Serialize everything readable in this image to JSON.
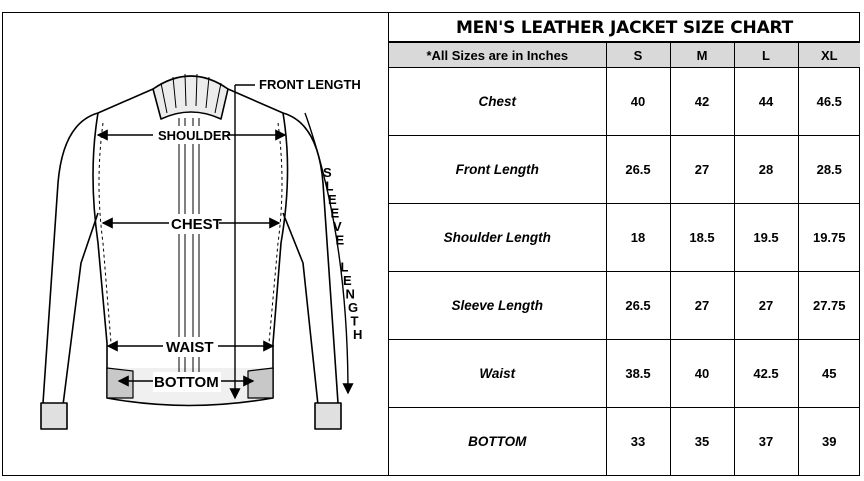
{
  "diagram": {
    "labels": {
      "front_length": "FRONT LENGTH",
      "shoulder": "SHOULDER",
      "chest": "CHEST",
      "waist": "WAIST",
      "bottom": "BOTTOM",
      "sleeve_length": [
        "S",
        "L",
        "E",
        "E",
        "V",
        "E",
        " ",
        "L",
        "E",
        "N",
        "G",
        "T",
        "H"
      ]
    }
  },
  "size_chart": {
    "title": "MEN'S LEATHER JACKET SIZE CHART",
    "header": [
      "*All Sizes are in Inches",
      "S",
      "M",
      "L",
      "XL"
    ],
    "rows": [
      {
        "label": "Chest",
        "values": [
          "40",
          "42",
          "44",
          "46.5"
        ]
      },
      {
        "label": "Front Length",
        "values": [
          "26.5",
          "27",
          "28",
          "28.5"
        ]
      },
      {
        "label": "Shoulder Length",
        "values": [
          "18",
          "18.5",
          "19.5",
          "19.75"
        ]
      },
      {
        "label": "Sleeve Length",
        "values": [
          "26.5",
          "27",
          "27",
          "27.75"
        ]
      },
      {
        "label": "Waist",
        "values": [
          "38.5",
          "40",
          "42.5",
          "45"
        ]
      },
      {
        "label": "BOTTOM",
        "values": [
          "33",
          "35",
          "37",
          "39"
        ]
      }
    ]
  }
}
